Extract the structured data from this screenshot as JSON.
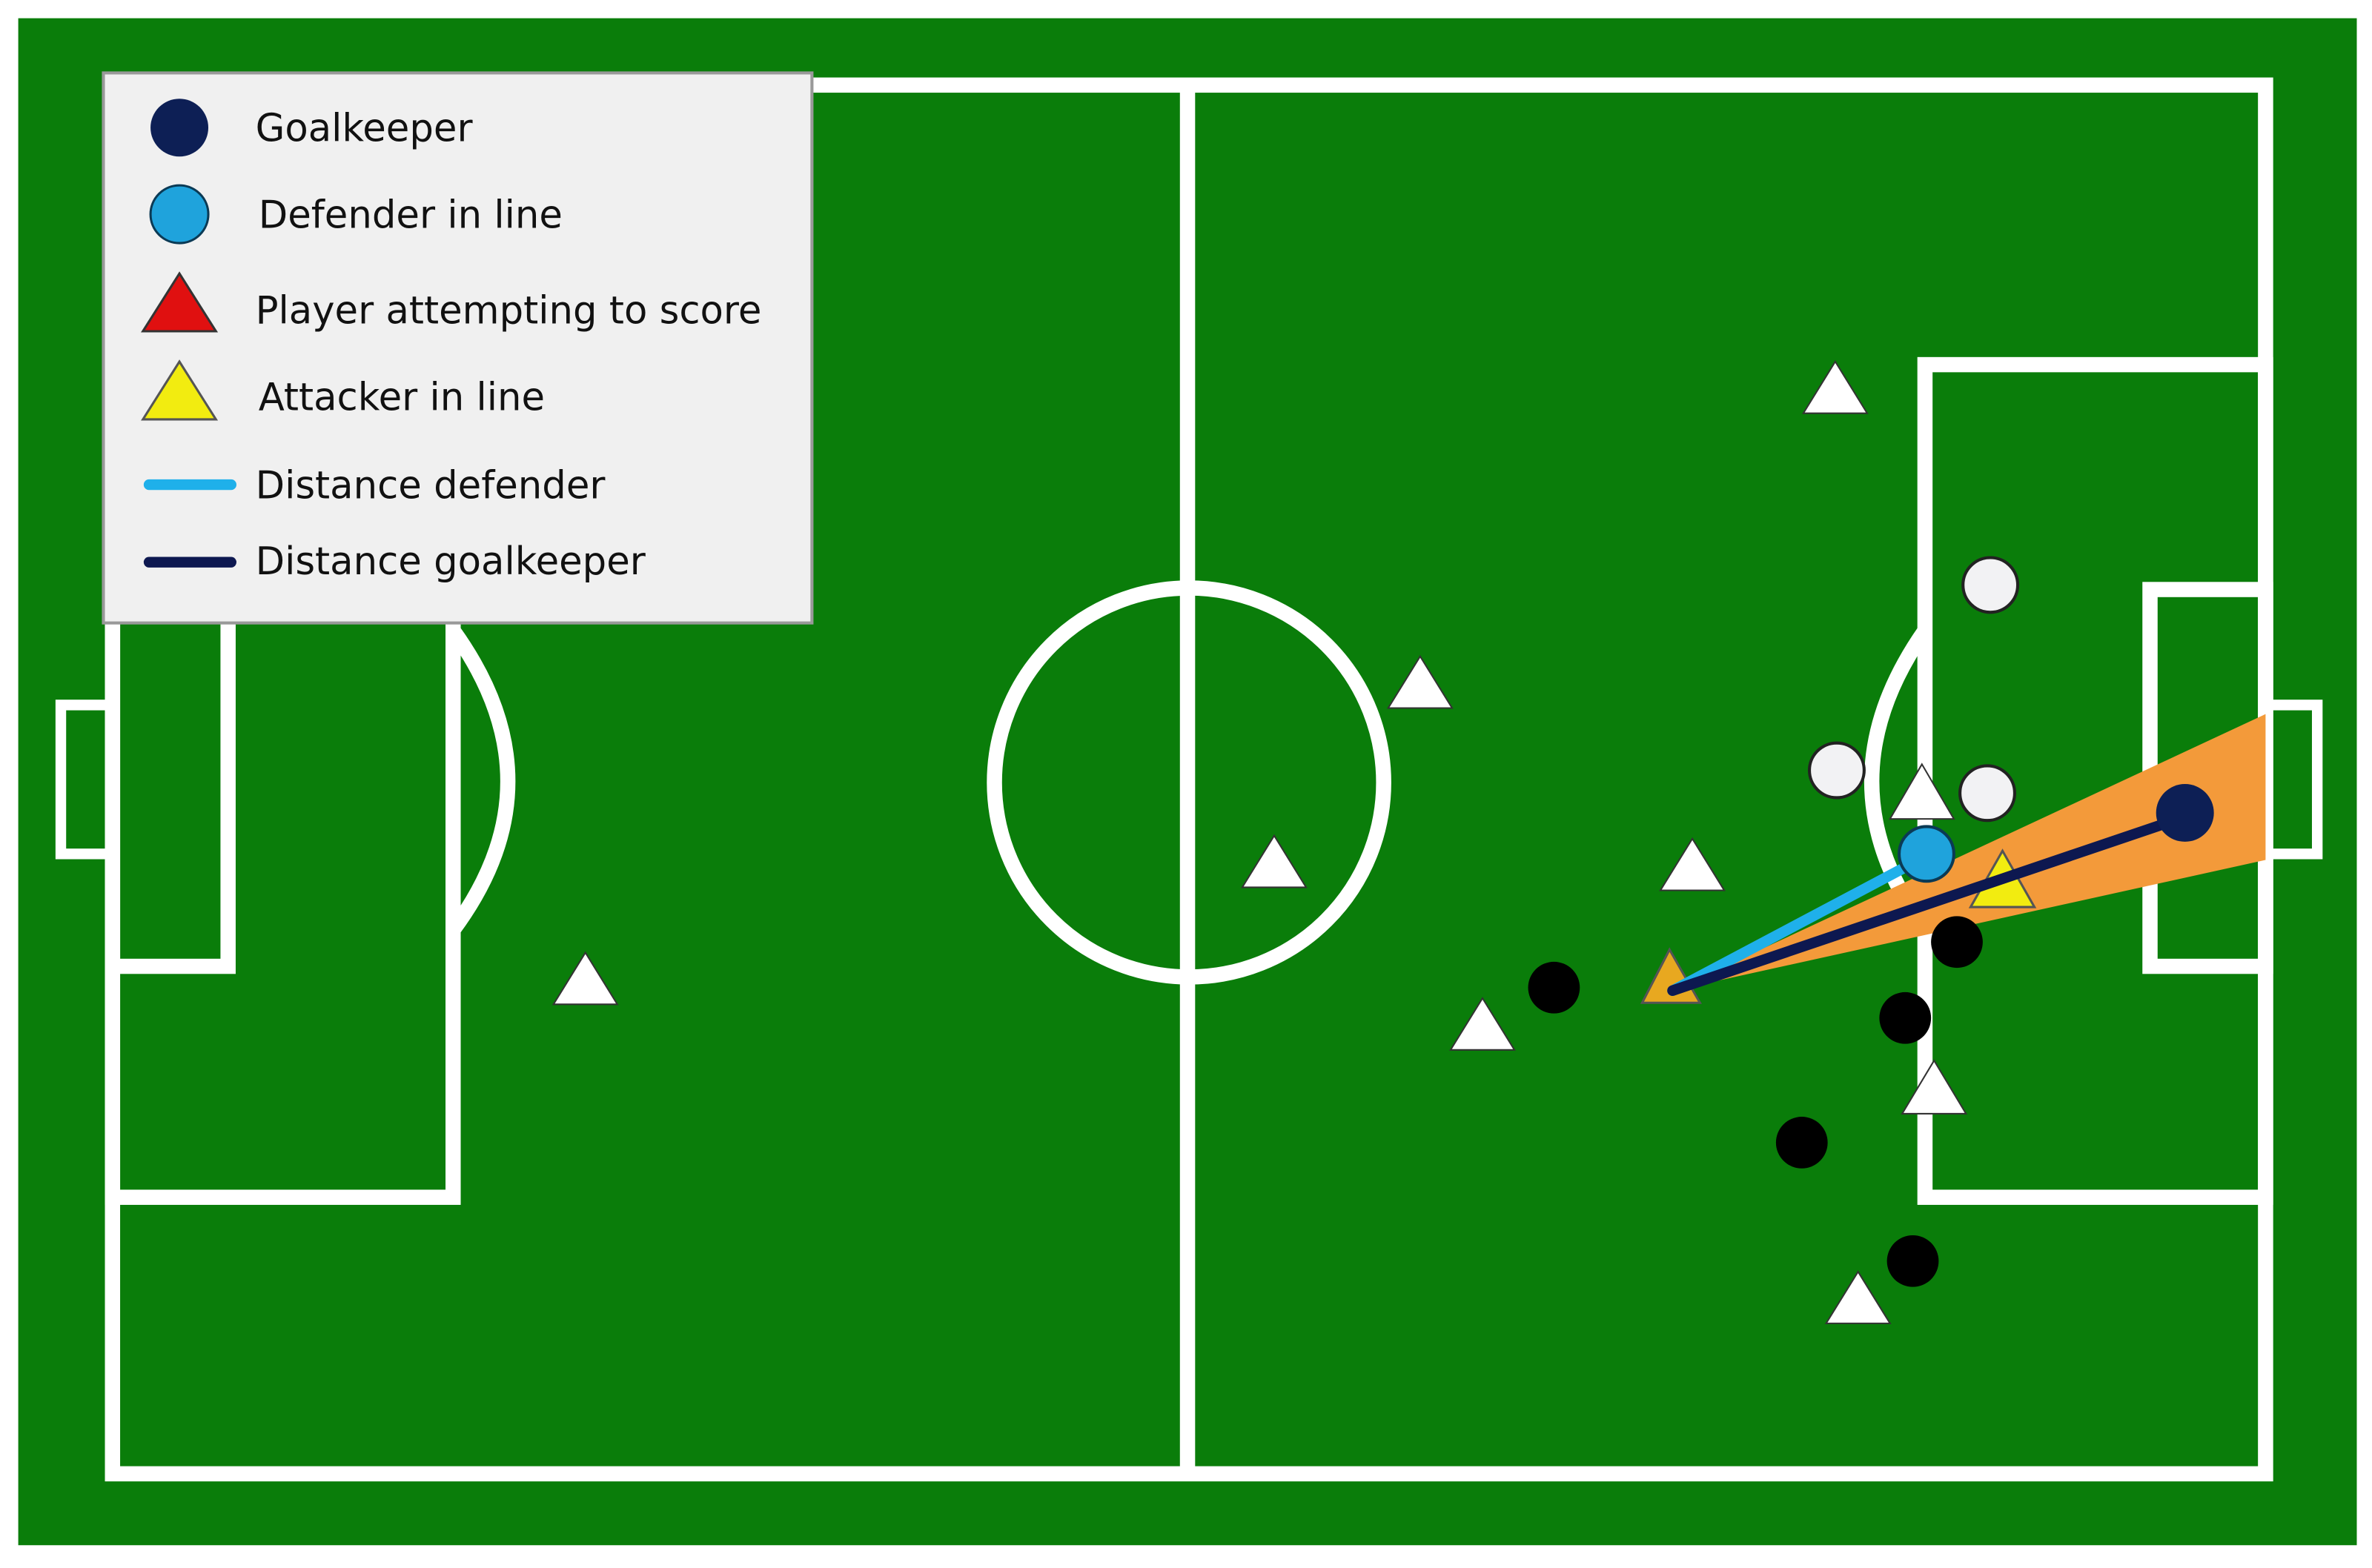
{
  "legend": {
    "items": [
      {
        "label": "Goalkeeper",
        "symbol": "circle",
        "color": "#0d1f55"
      },
      {
        "label": "Defender in line",
        "symbol": "circle",
        "color": "#1fa3dc"
      },
      {
        "label": "Player attempting to score",
        "symbol": "triangle",
        "color": "#e01010"
      },
      {
        "label": "Attacker in line",
        "symbol": "triangle",
        "color": "#f2ec10"
      },
      {
        "label": "Distance defender",
        "symbol": "line",
        "color": "#1fb0ea"
      },
      {
        "label": "Distance goalkeeper",
        "symbol": "line",
        "color": "#0d1850"
      }
    ]
  },
  "colors": {
    "pitch": "#0a7d0a",
    "lines": "#ffffff",
    "shot_cone": "#f39a3a",
    "shooter": "#e8a820",
    "opponent": "#000000",
    "teammate": "#ffffff"
  }
}
